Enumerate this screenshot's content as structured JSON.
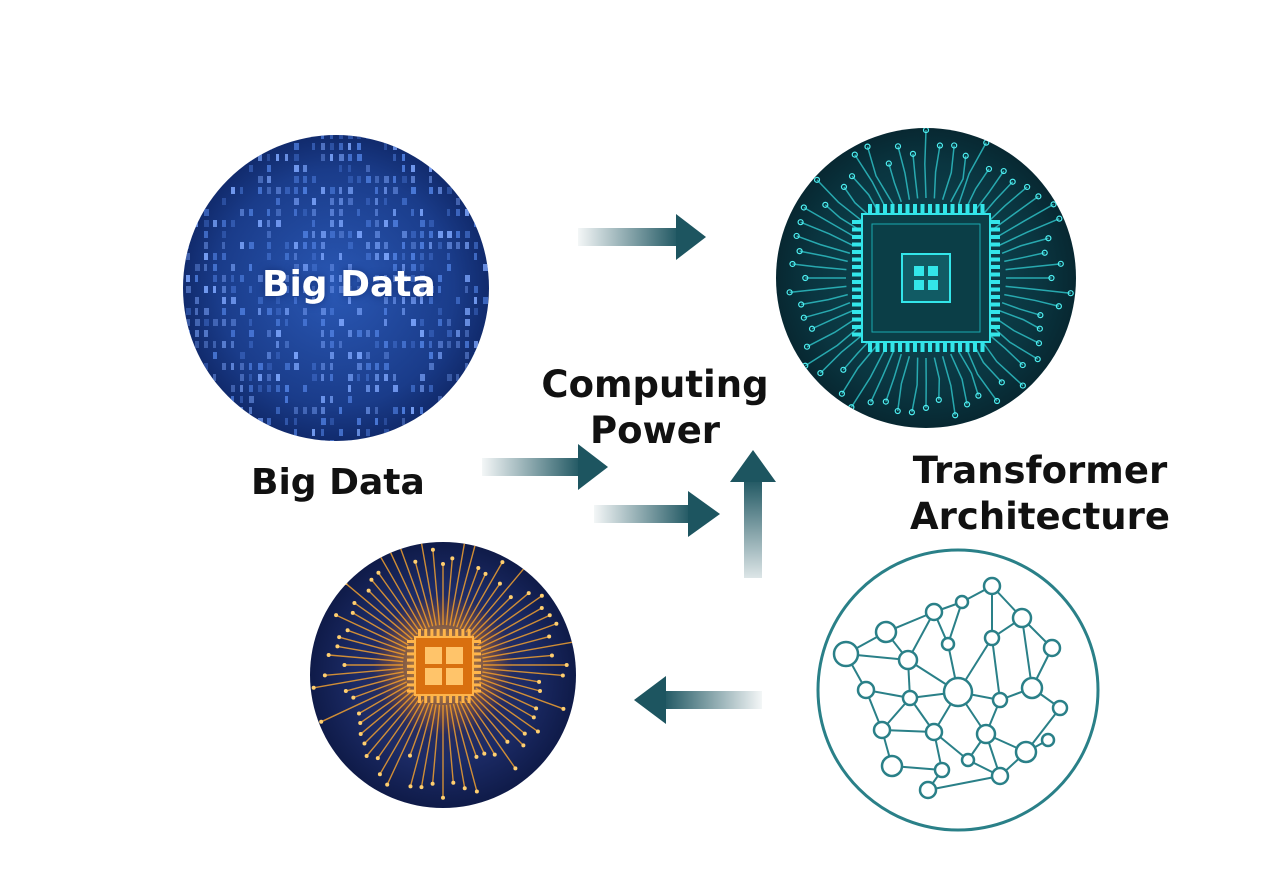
{
  "diagram": {
    "circle_label": "Big Data",
    "captions": {
      "big_data": "Big Data",
      "computing_power": [
        "Computing",
        "Power"
      ],
      "transformer": [
        "Transformer",
        "Architecture"
      ]
    },
    "nodes": [
      {
        "id": "big-data",
        "style": "binary-code",
        "color": "#1d3f8c"
      },
      {
        "id": "computing-power-chip",
        "style": "teal-chip",
        "color": "#0e4a55"
      },
      {
        "id": "transformer-network",
        "style": "network-graph",
        "color": "#2a7f85"
      },
      {
        "id": "gpu-chip",
        "style": "orange-chip",
        "color": "#e58a1f"
      }
    ],
    "colors": {
      "arrow": "#1d5560",
      "teal": "#2a8088",
      "data_blue": "#1e4595",
      "chip_glow": "#33e6ea",
      "gpu_orange": "#ff9a1e"
    }
  }
}
